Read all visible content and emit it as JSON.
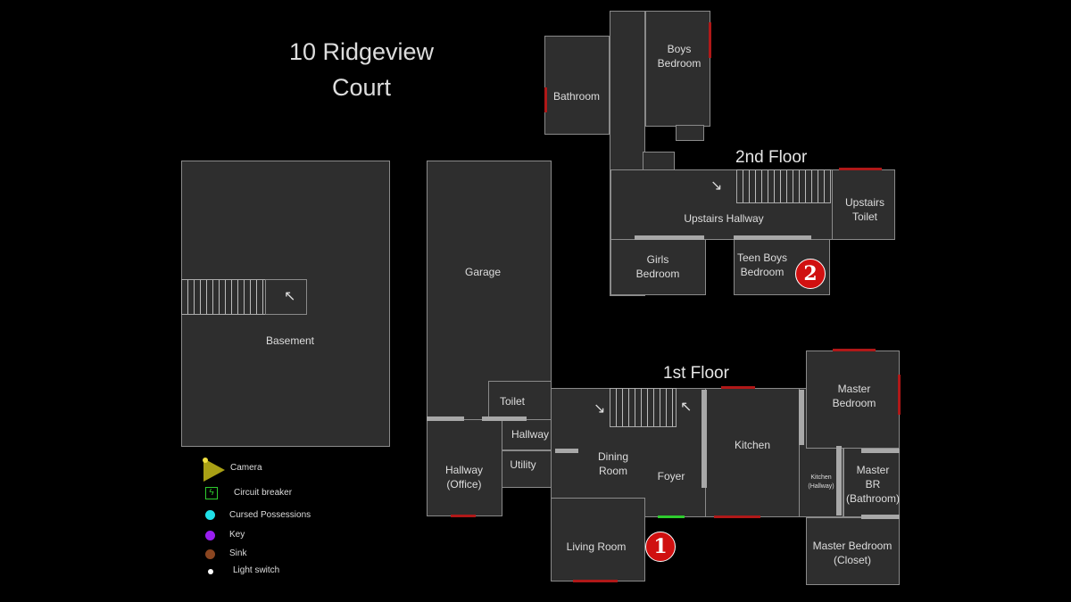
{
  "title": "10 Ridgeview Court",
  "floors": {
    "second": "2nd Floor",
    "first": "1st Floor"
  },
  "rooms": {
    "basement": "Basement",
    "garage": "Garage",
    "toilet": "Toilet",
    "hallway": "Hallway",
    "hallway_office": "Hallway\n(Office)",
    "utility": "Utility",
    "dining_room": "Dining\nRoom",
    "foyer": "Foyer",
    "living_room": "Living Room",
    "kitchen": "Kitchen",
    "kitchen_hallway": "Kitchen\n(Hallway)",
    "master_bedroom": "Master\nBedroom",
    "master_br": "Master\nBR\n(Bathroom)",
    "master_closet": "Master Bedroom\n(Closet)",
    "bathroom": "Bathroom",
    "boys_bedroom": "Boys\nBedroom",
    "upstairs_hallway": "Upstairs Hallway",
    "upstairs_toilet": "Upstairs\nToilet",
    "girls_bedroom": "Girls\nBedroom",
    "teen_boys_bedroom": "Teen Boys\nBedroom"
  },
  "markers": [
    "1",
    "2"
  ],
  "legend": [
    {
      "label": "Camera",
      "icon": "camera-triangle",
      "color": "#a9a015"
    },
    {
      "label": "Circuit breaker",
      "icon": "circuit-breaker",
      "color": "#2ecc2e"
    },
    {
      "label": "Cursed Possessions",
      "icon": "dot",
      "color": "#20e0e8"
    },
    {
      "label": "Key",
      "icon": "dot",
      "color": "#9a1ef0"
    },
    {
      "label": "Sink",
      "icon": "dot",
      "color": "#8a4520"
    },
    {
      "label": "Light switch",
      "icon": "dot",
      "color": "#ffffff"
    }
  ]
}
